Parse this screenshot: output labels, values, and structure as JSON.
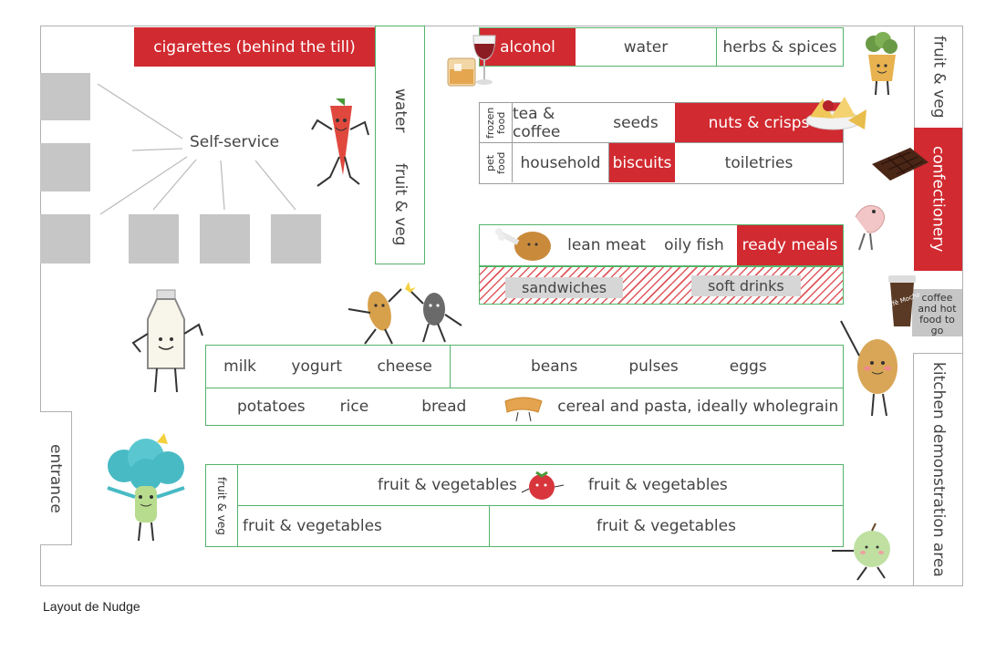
{
  "labels": {
    "cigarettes": "cigarettes (behind the till)",
    "water_vertical": "water",
    "fruit_veg_vertical": "fruit & veg",
    "alcohol": "alcohol",
    "water_top": "water",
    "herbs_spices": "herbs & spices",
    "fruit_veg_right": "fruit & veg",
    "frozen_food": "frozen food",
    "tea_coffee": "tea & coffee",
    "seeds": "seeds",
    "nuts_crisps": "nuts & crisps",
    "pet_food": "pet food",
    "household": "household",
    "biscuits": "biscuits",
    "toiletries": "toiletries",
    "confectionery": "confectionery",
    "self_service": "Self-service",
    "lean_meat": "lean meat",
    "oily_fish": "oily fish",
    "ready_meals": "ready meals",
    "sandwiches": "sandwiches",
    "soft_drinks": "soft drinks",
    "coffee_hot_food_1": "coffee",
    "coffee_hot_food_2": "and hot",
    "coffee_hot_food_3": "food to go",
    "coffee_cup_text": "Caffè Mocha",
    "milk": "milk",
    "yogurt": "yogurt",
    "cheese": "cheese",
    "beans": "beans",
    "pulses": "pulses",
    "eggs": "eggs",
    "potatoes": "potatoes",
    "rice": "rice",
    "bread": "bread",
    "cereal_pasta": "cereal and pasta, ideally wholegrain",
    "kitchen_demo": "kitchen demonstration area",
    "entrance": "entrance",
    "fruit_veg_small": "fruit & veg",
    "fv_row1_left": "fruit & vegetables",
    "fv_row1_right": "fruit & vegetables",
    "fv_row2_left": "fruit & vegetables",
    "fv_row2_right": "fruit & vegetables",
    "caption": "Layout de Nudge"
  },
  "colors": {
    "red": "#d12a30",
    "green": "#55b36a",
    "grey_checkout": "#c6c6c6",
    "floor_border": "#b0b0b0"
  },
  "icons": [
    "wine-glass-icon",
    "whisky-glass-icon",
    "potted-herb-icon",
    "chocolate-bar-icon",
    "nachos-icon",
    "chili-pepper-character-icon",
    "shrimp-character-icon",
    "chicken-leg-icon",
    "bean-characters-icon",
    "coffee-cup-icon",
    "milk-bottle-character-icon",
    "egg-character-icon",
    "pasta-piece-icon",
    "tomato-character-icon",
    "broccoli-character-icon",
    "apple-character-icon"
  ]
}
